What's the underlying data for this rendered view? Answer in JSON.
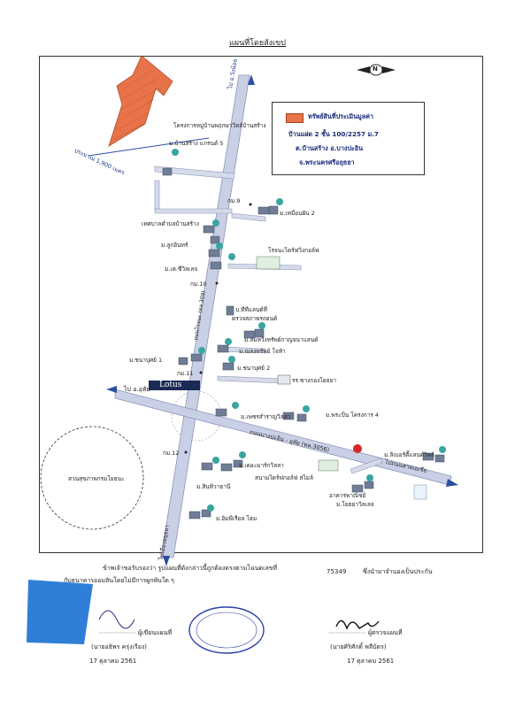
{
  "title": "แผนที่โดยสังเขป",
  "legend": {
    "label": "ทรัพย์สินที่ประเมินมูลค่า",
    "line1": "บ้านแฝด 2 ชั้น 100/2257 ม.7",
    "line2": "ต.บ้านสร้าง อ.บางปะอิน",
    "line3": "จ.พระนครศรีอยุธยา",
    "swatch_color": "#e8734a"
  },
  "compass": {
    "letter": "N"
  },
  "roads": {
    "main_ns": "ถนนโรจนะ (ทล.309)",
    "ew": "ถนนบางปะอิน - อุทัย (ทล.3056)",
    "to_wangnoi": "ไป อ.วังน้อย",
    "to_uthai": "ไป อ.อุทัย",
    "to_bangsai": "ไปถนนสายเอเชีย",
    "to_ayutthaya": "ไปเมืองอยุธยา"
  },
  "distance_label": "ประมาณ 1,900 เมตร",
  "km_markers": [
    "กม.9",
    "กม.10",
    "กม.11",
    "กม.12"
  ],
  "landmarks": [
    "โครงการหมู่บ้านพฤกษาวิลล์บ้านสร้าง",
    "ม.บ้านสร้าง แกรนด์ 5",
    "ม.เหมือนฝัน 2",
    "เทศบาลตำบลบ้านสร้าง",
    "ม.ลูกอินทร์",
    "โรจนะไดร์ฟวิ่งกอล์ฟ",
    "ม.เค.ซีวิลเลจ",
    "บ.ทีทีแลนด์ที่",
    "ตรวจสภาพรถยนต์",
    "ม.สมหวังทรัพย์กาญจนาแลนด์",
    "ม.ณลงทรัพย์ โจห้า",
    "ม.ชนาบุศย์ 1",
    "ม.ชนาบุศย์ 2",
    "รร.ซางกองโยธยา",
    "Lotus",
    "ม.เพชรสำราญวิลล่า",
    "ม.พระปิ่น โครงการ 4",
    "ม.ลิเบอร์ตี้แลนด์วิลล์",
    "สวนสุขภาพกรมโยธนะ",
    "ม.เดอะมาร์กวิลลา",
    "ม.สินทิวาธานี",
    "สนามไดร์ฟกอล์ฟ สไมล์",
    "อาคารพาณิชย์",
    "ม.โยธยาวิลเลจ",
    "ม.อิมพีเรียล โฮม"
  ],
  "certify": {
    "line1": "ข้าพเจ้าขอรับรองว่า รูปแผนที่ดังกล่าวนี้ถูกต้องตรงตามโฉนดเลขที่",
    "deed_no": "75349",
    "line1b": "ซึ่งนำมาจำนองเป็นประกัน",
    "line2": "กับธนาคารออมสินโดยไม่มีการผูกพันใด ๆ"
  },
  "signer_left": {
    "role": "ผู้เขียนแผนที่",
    "name": "(นายอธิพร ครุ่งเรือง)",
    "date": "17 ตุลาคม 2561"
  },
  "signer_right": {
    "role": "ผู้ตรวจแผนที่",
    "name": "(นายศิริศักดิ์ พลีบัตร)",
    "date": "17 ตุลาคม 2561"
  },
  "colors": {
    "road": "#c9d0e6",
    "road_edge": "#8a94b8",
    "parcel": "#e8734a",
    "arrow": "#2a4fa0",
    "stamp": "#2b3fa8",
    "blue_shape": "#2f7fd8"
  }
}
